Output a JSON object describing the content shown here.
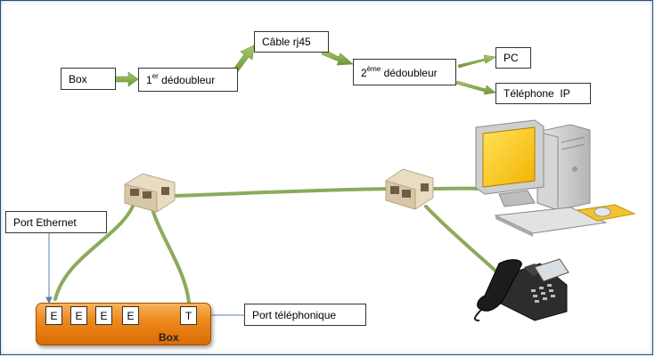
{
  "flow": {
    "box": "Box",
    "splitter1_num": "1",
    "splitter1_sup": "er",
    "splitter1_word": " dédoubleur",
    "cable": "Câble rj45",
    "splitter2_num": "2",
    "splitter2_sup": "ème",
    "splitter2_word": " dédoubleur",
    "pc": "PC",
    "ip_phone": "Téléphone  IP"
  },
  "physical": {
    "port_ethernet_label": "Port Ethernet",
    "port_phone_label": "Port téléphonique",
    "box_label": "Box",
    "ethernet_ports": [
      "E",
      "E",
      "E",
      "E"
    ],
    "phone_port": "T"
  },
  "colors": {
    "cable_green": "#8bab5b",
    "arrow_green": "#7da444",
    "box_orange": "#ef8a1c",
    "frame_blue": "#1e4f8c"
  }
}
